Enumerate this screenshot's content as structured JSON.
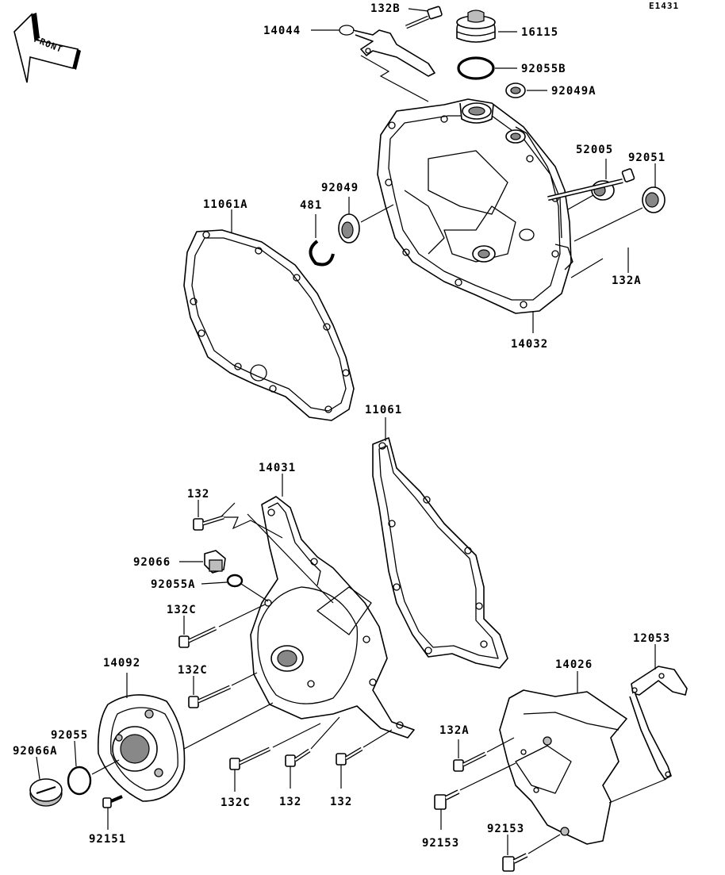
{
  "diagram_id": "E1431",
  "front_label": "FRONT",
  "labels": {
    "p132B": "132B",
    "p16115": "16115",
    "p14044": "14044",
    "p92055B": "92055B",
    "p92049A": "92049A",
    "p52005": "52005",
    "p92051": "92051",
    "p92049": "92049",
    "p481": "481",
    "p11061A": "11061A",
    "p132A_top": "132A",
    "p14032": "14032",
    "p11061": "11061",
    "p14031": "14031",
    "p132_a": "132",
    "p92066": "92066",
    "p92055A": "92055A",
    "p132C_a": "132C",
    "p132C_b": "132C",
    "p14092": "14092",
    "p92055": "92055",
    "p92066A": "92066A",
    "p132C_c": "132C",
    "p132_b": "132",
    "p132_c": "132",
    "p92151": "92151",
    "p12053": "12053",
    "p14026": "14026",
    "p132A_bot": "132A",
    "p92153_a": "92153",
    "p92153_b": "92153"
  }
}
